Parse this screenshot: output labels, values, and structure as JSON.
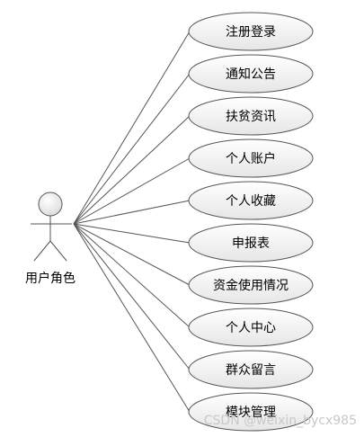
{
  "actor": {
    "label": "用户角色"
  },
  "use_cases": [
    {
      "label": "注册登录"
    },
    {
      "label": "通知公告"
    },
    {
      "label": "扶贫资讯"
    },
    {
      "label": "个人账户"
    },
    {
      "label": "个人收藏"
    },
    {
      "label": "申报表"
    },
    {
      "label": "资金使用情况"
    },
    {
      "label": "个人中心"
    },
    {
      "label": "群众留言"
    },
    {
      "label": "模块管理"
    }
  ],
  "watermark": "CSDN @weixin_bycx985",
  "colors": {
    "ellipse_stroke": "#555555",
    "ellipse_fill_top": "#ffffff",
    "ellipse_fill_bottom": "#e6e6e6",
    "line": "#555555",
    "actor_head_fill": "#e8e8e8"
  }
}
